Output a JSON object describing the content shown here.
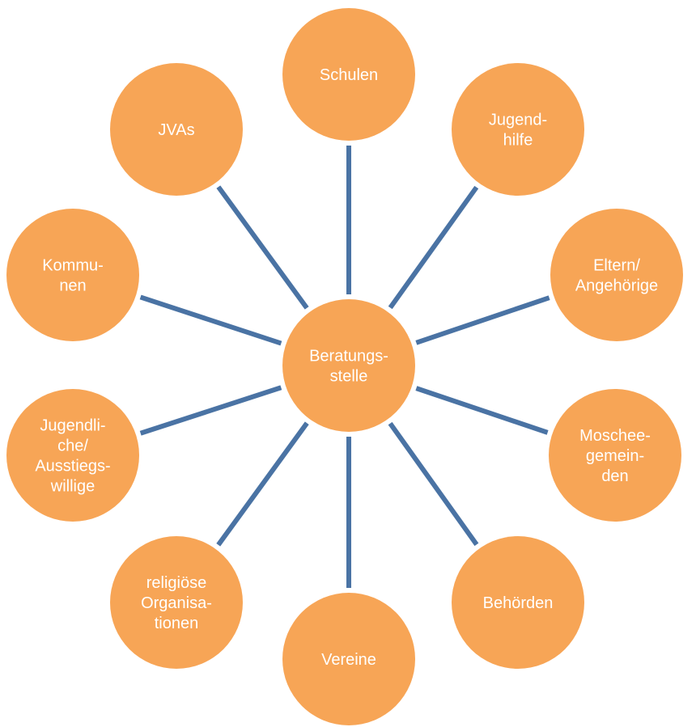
{
  "center": {
    "lines": [
      "Beratungs-",
      "stelle"
    ]
  },
  "nodes": [
    {
      "id": "schulen",
      "lines": [
        "Schulen"
      ]
    },
    {
      "id": "jugendhilfe",
      "lines": [
        "Jugend-",
        "hilfe"
      ]
    },
    {
      "id": "eltern-angehoerige",
      "lines": [
        "Eltern/",
        "Angehörige"
      ]
    },
    {
      "id": "moscheegemeinden",
      "lines": [
        "Moschee-",
        "gemein-",
        "den"
      ]
    },
    {
      "id": "behoerden",
      "lines": [
        "Behörden"
      ]
    },
    {
      "id": "vereine",
      "lines": [
        "Vereine"
      ]
    },
    {
      "id": "religioese-organisationen",
      "lines": [
        "religiöse",
        "Organisa-",
        "tionen"
      ]
    },
    {
      "id": "jugendliche-ausstiegswillige",
      "lines": [
        "Jugendli-",
        "che/",
        "Ausstiegs-",
        "willige"
      ]
    },
    {
      "id": "kommunen",
      "lines": [
        "Kommu-",
        "nen"
      ]
    },
    {
      "id": "jvas",
      "lines": [
        "JVAs"
      ]
    }
  ],
  "colors": {
    "node": "#f7a556",
    "spoke": "#4a73a4",
    "text": "#ffffff"
  }
}
